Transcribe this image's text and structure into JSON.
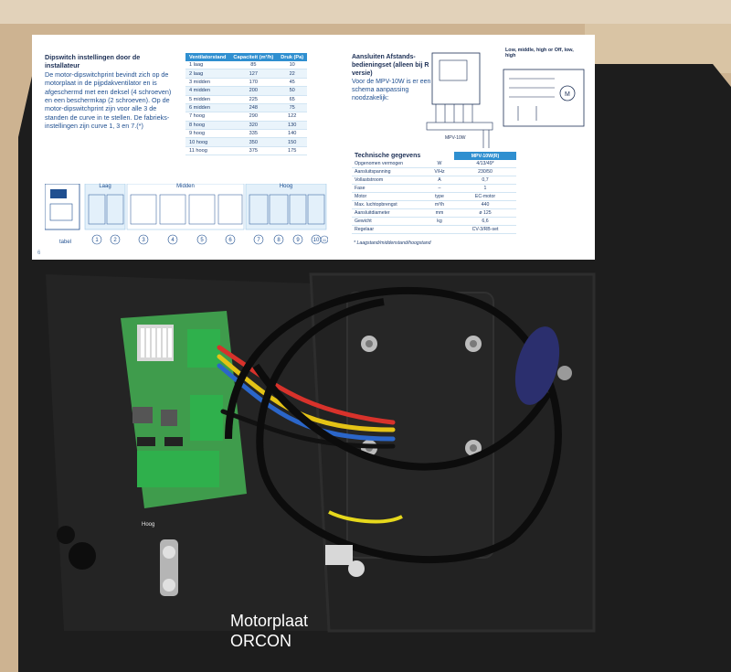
{
  "manual": {
    "dip_title": "Dipswitch instellingen door de installateur",
    "dip_body": "De motor-dipswitchprint bevindt zich op de motorplaat in de pijpdakventilator en is afgeschermd met een deksel (4 schroeven) en een beschermkap (2 schroeven). Op de motor-dipswitchprint zijn voor alle 3 de standen de curve in te stellen. De fabrieks-instellingen zijn curve 1, 3 en 7.(*)",
    "table": {
      "headers": [
        "Ventilatorstand",
        "Capaciteit (m³/h)",
        "Druk (Pa)"
      ],
      "rows": [
        [
          "1 laag",
          "85",
          "10"
        ],
        [
          "2 laag",
          "127",
          "22"
        ],
        [
          "3 midden",
          "170",
          "45"
        ],
        [
          "4 midden",
          "200",
          "50"
        ],
        [
          "5 midden",
          "225",
          "65"
        ],
        [
          "6 midden",
          "248",
          "75"
        ],
        [
          "7 hoog",
          "290",
          "122"
        ],
        [
          "8 hoog",
          "320",
          "130"
        ],
        [
          "9 hoog",
          "335",
          "140"
        ],
        [
          "10 hoog",
          "350",
          "150"
        ],
        [
          "11 hoog",
          "375",
          "175"
        ]
      ]
    },
    "remote_title": "Aansluiten Afstands-bedieningset (alleen bij R versie)",
    "remote_body": "Voor de MPV-10W is er een schema aanpassing noodzakelijk:",
    "wiring_label": "MPV-10W",
    "motor_note": "Low, middle, high or Off, low, high",
    "tech_title": "Technische gegevens",
    "tech_col": "MPV-10W(R)",
    "tech_rows": [
      [
        "Opgenomen vermogen",
        "W",
        "4/13/49*"
      ],
      [
        "Aansluitspanning",
        "V/Hz",
        "230/50"
      ],
      [
        "Vollaststroom",
        "A",
        "0,7"
      ],
      [
        "Fase",
        "–",
        "1"
      ],
      [
        "Motor",
        "type",
        "EC-motor"
      ],
      [
        "Max. luchtopbrengst",
        "m³/h",
        "440"
      ],
      [
        "Aansluitdiameter",
        "mm",
        "ø 125"
      ],
      [
        "Gewicht",
        "kg",
        "6,6"
      ],
      [
        "Regelaar",
        "",
        "CV-3/RB-set"
      ]
    ],
    "tech_note": "* Laagstand/middenstand/hoogstand",
    "groups": [
      "Laag",
      "Midden",
      "Hoog"
    ],
    "curve_numbers": [
      "1",
      "2",
      "3",
      "4",
      "5",
      "6",
      "7",
      "8",
      "9",
      "10",
      "11"
    ],
    "tabel_label": "tabel",
    "page_number": "6"
  },
  "photo": {
    "pcb_label": "Hoog",
    "caption_line1": "Motorplaat",
    "caption_line2": "ORCON"
  },
  "colors": {
    "plate": "#1b1b1b",
    "pcb": "#3b9a4a",
    "terminal": "#2fa84a",
    "accent_blue": "#2f8fd0"
  }
}
